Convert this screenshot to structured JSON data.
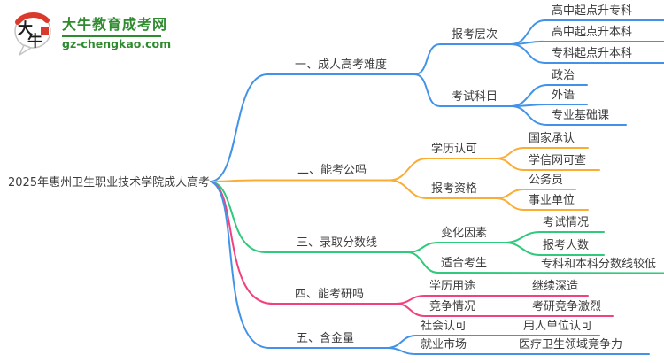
{
  "logo": {
    "title": "大牛教育成考网",
    "domain": "gz-chengkao.com",
    "icon_char1": "大",
    "icon_char2": "牛",
    "brand_color": "#2E8B2E",
    "seal_color": "#D93A2B"
  },
  "root": {
    "label": "2025年惠州卫生职业技术学院成人高考"
  },
  "text_color": "#3C3C3C",
  "branches": [
    {
      "label": "一、成人高考难度",
      "color": "#4293E8",
      "children": [
        {
          "label": "报考层次",
          "children": [
            {
              "label": "高中起点升专科"
            },
            {
              "label": "高中起点升本科"
            },
            {
              "label": "专科起点升本科"
            }
          ]
        },
        {
          "label": "考试科目",
          "children": [
            {
              "label": "政治"
            },
            {
              "label": "外语"
            },
            {
              "label": "专业基础课"
            }
          ]
        }
      ]
    },
    {
      "label": "二、能考公吗",
      "color": "#FBAD33",
      "children": [
        {
          "label": "学历认可",
          "children": [
            {
              "label": "国家承认"
            },
            {
              "label": "学信网可查"
            }
          ]
        },
        {
          "label": "报考资格",
          "children": [
            {
              "label": "公务员"
            },
            {
              "label": "事业单位"
            }
          ]
        }
      ]
    },
    {
      "label": "三、录取分数线",
      "color": "#30C97D",
      "children": [
        {
          "label": "变化因素",
          "children": [
            {
              "label": "考试情况"
            },
            {
              "label": "报考人数"
            }
          ]
        },
        {
          "label": "适合考生",
          "children": [
            {
              "label": "专科和本科分数线较低"
            }
          ]
        }
      ]
    },
    {
      "label": "四、能考研吗",
      "color": "#F2417F",
      "children": [
        {
          "label": "学历用途",
          "children": [
            {
              "label": "继续深造"
            }
          ]
        },
        {
          "label": "竞争情况",
          "children": [
            {
              "label": "考研竞争激烈"
            }
          ]
        }
      ]
    },
    {
      "label": "五、含金量",
      "color": "#4293E8",
      "children": [
        {
          "label": "社会认可",
          "children": [
            {
              "label": "用人单位认可"
            }
          ]
        },
        {
          "label": "就业市场",
          "children": [
            {
              "label": "医疗卫生领域竞争力"
            }
          ]
        }
      ]
    }
  ]
}
